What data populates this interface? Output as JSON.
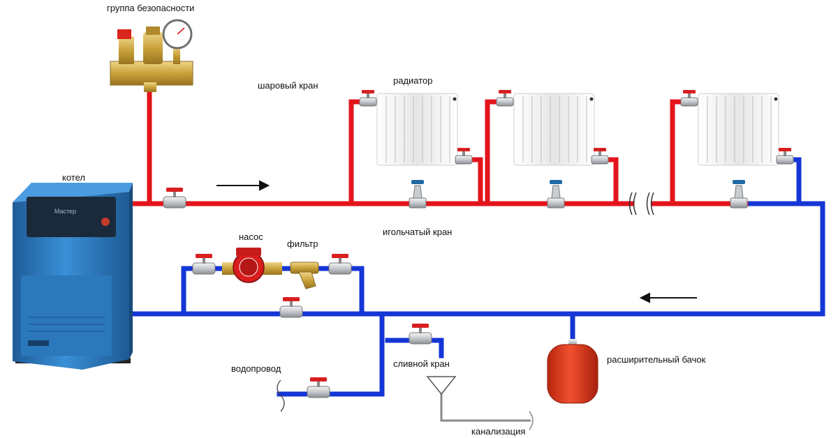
{
  "colors": {
    "supply": "#e3141b",
    "return": "#1536d6",
    "drain": "#8a8a8a",
    "valve_handle": "#d81f1f",
    "valve_body": "#d6d8db",
    "brass": "#c9a23a",
    "boiler": "#2f7fc6",
    "tank": "#e3391c",
    "radiator": "#f3f3f3",
    "needle_handle": "#1f6aa5"
  },
  "labels": {
    "safety_group": "группа безопасности",
    "ball_valve": "шаровый кран",
    "radiator": "радиатор",
    "boiler": "котел",
    "needle_valve": "игольчатый кран",
    "pump": "насос",
    "filter": "фильтр",
    "water_supply": "водопровод",
    "drain_valve": "сливной кран",
    "expansion_tank": "расширительный бачок",
    "sewer": "канализация",
    "boiler_brand": "Мастер"
  },
  "icons": {
    "flow_forward": "arrow-right-icon",
    "flow_return": "arrow-left-icon",
    "pipe_break": "pipe-break-icon",
    "funnel": "funnel-icon"
  }
}
